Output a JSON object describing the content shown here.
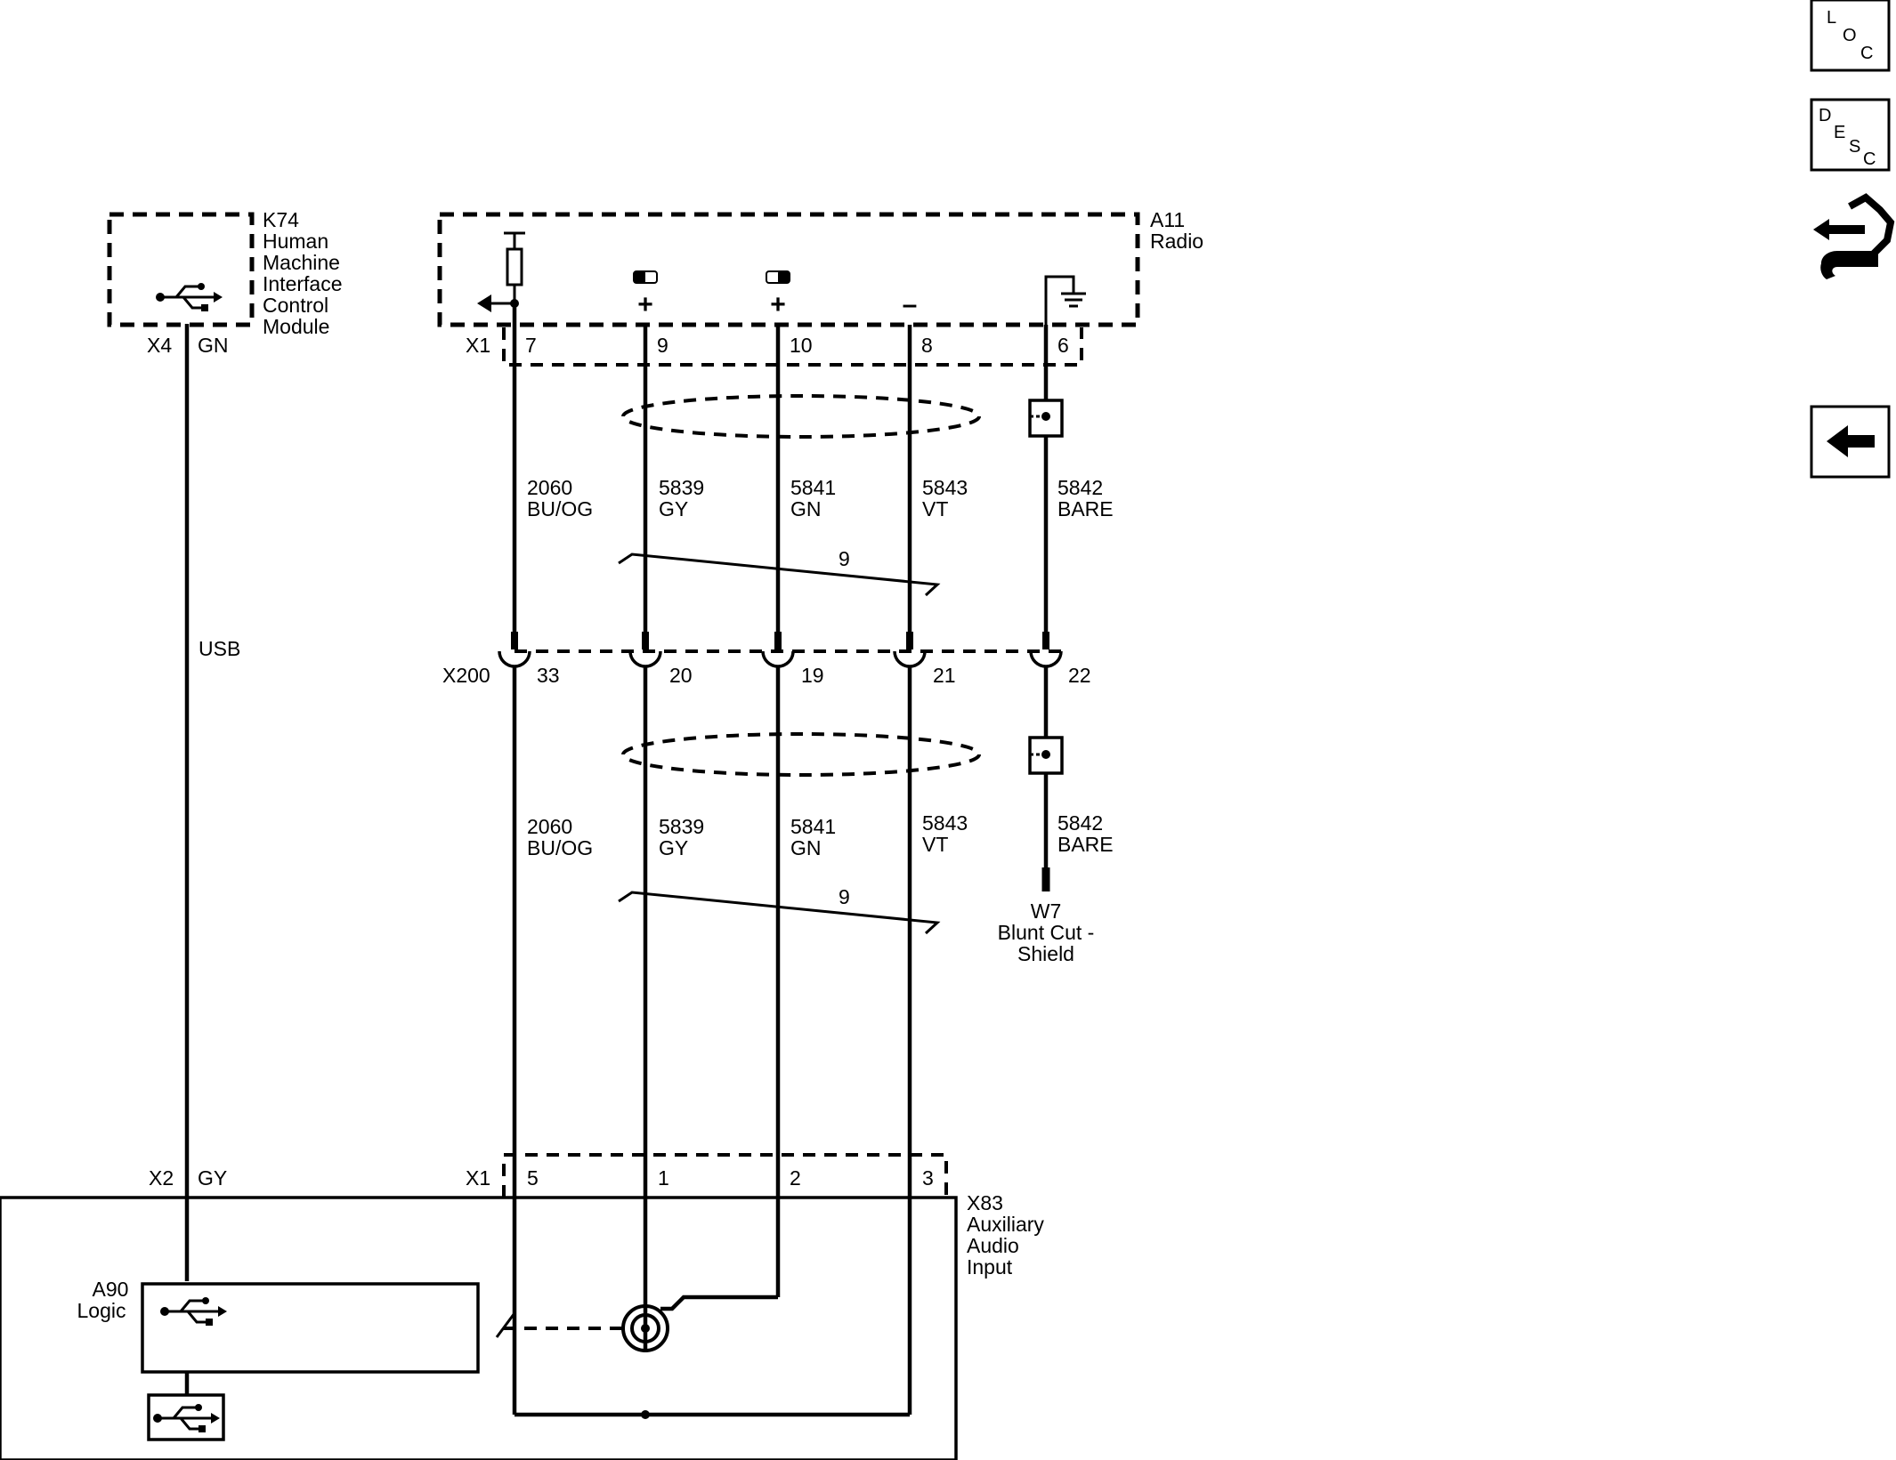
{
  "components": {
    "k74": {
      "ref": "K74",
      "name_lines": [
        "Human",
        "Machine",
        "Interface",
        "Control",
        "Module"
      ],
      "connector": "X4",
      "wire_color": "GN"
    },
    "a11": {
      "ref": "A11",
      "name": "Radio",
      "connector": "X1",
      "pins": [
        "7",
        "9",
        "10",
        "8",
        "6"
      ]
    },
    "x83": {
      "ref": "X83",
      "name_lines": [
        "Auxiliary",
        "Audio",
        "Input"
      ],
      "usb_connector": "X2",
      "usb_wire_color": "GY",
      "connector": "X1",
      "pins": [
        "5",
        "1",
        "2",
        "3"
      ]
    },
    "a90": {
      "ref": "A90",
      "name": "Logic"
    },
    "x200": {
      "ref": "X200",
      "pins": [
        "33",
        "20",
        "19",
        "21",
        "22"
      ]
    },
    "w7": {
      "ref": "W7",
      "name_lines": [
        "Blunt Cut -",
        "Shield"
      ]
    }
  },
  "signals": {
    "usb": "USB",
    "plus": "+",
    "minus": "–"
  },
  "wires_upper": [
    {
      "circuit": "2060",
      "color": "BU/OG"
    },
    {
      "circuit": "5839",
      "color": "GY"
    },
    {
      "circuit": "5841",
      "color": "GN"
    },
    {
      "circuit": "5843",
      "color": "VT"
    },
    {
      "circuit": "5842",
      "color": "BARE"
    }
  ],
  "wires_lower": [
    {
      "circuit": "2060",
      "color": "BU/OG"
    },
    {
      "circuit": "5839",
      "color": "GY"
    },
    {
      "circuit": "5841",
      "color": "GN"
    },
    {
      "circuit": "5843",
      "color": "VT"
    },
    {
      "circuit": "5842",
      "color": "BARE"
    }
  ],
  "twist_label": "9",
  "nav_buttons": {
    "loc": [
      "L",
      "O",
      "C"
    ],
    "desc": [
      "D",
      "E",
      "S",
      "C"
    ]
  }
}
